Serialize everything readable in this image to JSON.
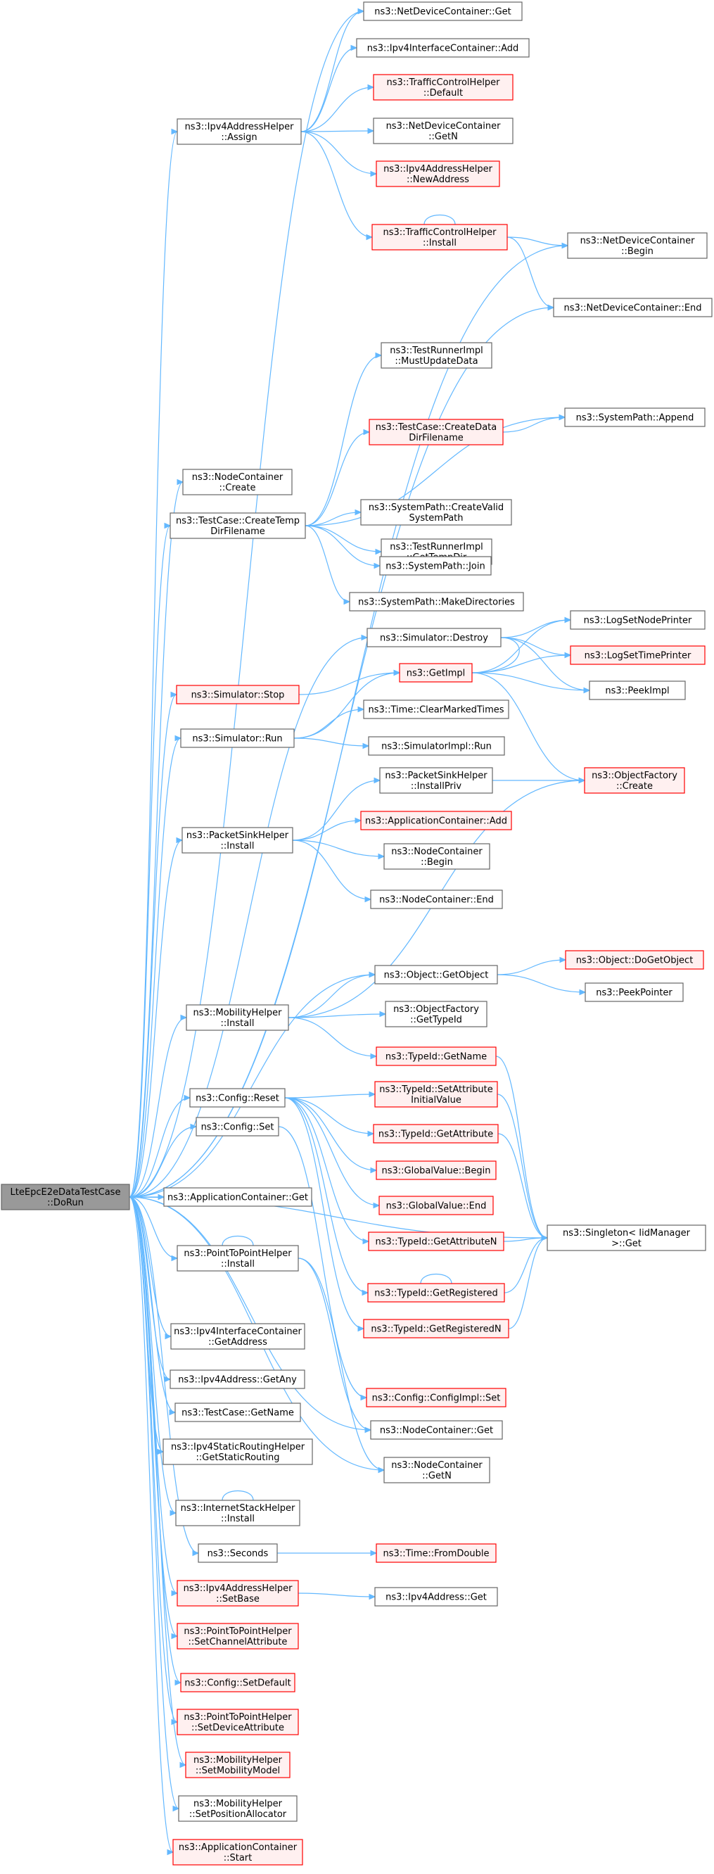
{
  "colors": {
    "edge": "#63b8ff",
    "normal_border": "#666666",
    "normal_fill": "#ffffff",
    "red_border": "#ff0000",
    "red_fill": "#fff0f0",
    "root_fill": "#999999",
    "root_border": "#666666"
  },
  "nodes": [
    {
      "id": "root",
      "lines": [
        "LteEpcE2eDataTestCase",
        "::DoRun"
      ],
      "style": "root"
    },
    {
      "id": "ipv4ah_assign",
      "lines": [
        "ns3::Ipv4AddressHelper",
        "::Assign"
      ],
      "style": "normal"
    },
    {
      "id": "ndc_get",
      "lines": [
        "ns3::NetDeviceContainer::Get"
      ],
      "style": "normal"
    },
    {
      "id": "ipv4ic_add",
      "lines": [
        "ns3::Ipv4InterfaceContainer::Add"
      ],
      "style": "normal"
    },
    {
      "id": "tch_default",
      "lines": [
        "ns3::TrafficControlHelper",
        "::Default"
      ],
      "style": "red"
    },
    {
      "id": "ndc_getn",
      "lines": [
        "ns3::NetDeviceContainer",
        "::GetN"
      ],
      "style": "normal"
    },
    {
      "id": "ipv4ah_newaddr",
      "lines": [
        "ns3::Ipv4AddressHelper",
        "::NewAddress"
      ],
      "style": "red"
    },
    {
      "id": "tch_install",
      "lines": [
        "ns3::TrafficControlHelper",
        "::Install"
      ],
      "style": "red"
    },
    {
      "id": "ndc_begin",
      "lines": [
        "ns3::NetDeviceContainer",
        "::Begin"
      ],
      "style": "normal"
    },
    {
      "id": "ndc_end",
      "lines": [
        "ns3::NetDeviceContainer::End"
      ],
      "style": "normal"
    },
    {
      "id": "nc_create",
      "lines": [
        "ns3::NodeContainer",
        "::Create"
      ],
      "style": "normal"
    },
    {
      "id": "tc_createtemp",
      "lines": [
        "ns3::TestCase::CreateTemp",
        "DirFilename"
      ],
      "style": "normal"
    },
    {
      "id": "tri_mustupdate",
      "lines": [
        "ns3::TestRunnerImpl",
        "::MustUpdateData"
      ],
      "style": "normal"
    },
    {
      "id": "tc_createdata",
      "lines": [
        "ns3::TestCase::CreateData",
        "DirFilename"
      ],
      "style": "red"
    },
    {
      "id": "sp_append",
      "lines": [
        "ns3::SystemPath::Append"
      ],
      "style": "normal"
    },
    {
      "id": "sp_createvalid",
      "lines": [
        "ns3::SystemPath::CreateValid",
        "SystemPath"
      ],
      "style": "normal"
    },
    {
      "id": "tri_gettempdir",
      "lines": [
        "ns3::TestRunnerImpl",
        "::GetTempDir"
      ],
      "style": "normal"
    },
    {
      "id": "sp_join",
      "lines": [
        "ns3::SystemPath::Join"
      ],
      "style": "normal"
    },
    {
      "id": "sp_makedirs",
      "lines": [
        "ns3::SystemPath::MakeDirectories"
      ],
      "style": "normal"
    },
    {
      "id": "sim_destroy",
      "lines": [
        "ns3::Simulator::Destroy"
      ],
      "style": "normal"
    },
    {
      "id": "log_setnode",
      "lines": [
        "ns3::LogSetNodePrinter"
      ],
      "style": "normal"
    },
    {
      "id": "log_settime",
      "lines": [
        "ns3::LogSetTimePrinter"
      ],
      "style": "red"
    },
    {
      "id": "sim_stop",
      "lines": [
        "ns3::Simulator::Stop"
      ],
      "style": "red"
    },
    {
      "id": "getimpl",
      "lines": [
        "ns3::GetImpl"
      ],
      "style": "red"
    },
    {
      "id": "peekimpl",
      "lines": [
        "ns3::PeekImpl"
      ],
      "style": "normal"
    },
    {
      "id": "sim_run",
      "lines": [
        "ns3::Simulator::Run"
      ],
      "style": "normal"
    },
    {
      "id": "time_clear",
      "lines": [
        "ns3::Time::ClearMarkedTimes"
      ],
      "style": "normal"
    },
    {
      "id": "simimpl_run",
      "lines": [
        "ns3::SimulatorImpl::Run"
      ],
      "style": "normal"
    },
    {
      "id": "psh_installpriv",
      "lines": [
        "ns3::PacketSinkHelper",
        "::InstallPriv"
      ],
      "style": "normal"
    },
    {
      "id": "of_create",
      "lines": [
        "ns3::ObjectFactory",
        "::Create"
      ],
      "style": "red"
    },
    {
      "id": "ac_add",
      "lines": [
        "ns3::ApplicationContainer::Add"
      ],
      "style": "red"
    },
    {
      "id": "psh_install",
      "lines": [
        "ns3::PacketSinkHelper",
        "::Install"
      ],
      "style": "normal"
    },
    {
      "id": "nc_begin",
      "lines": [
        "ns3::NodeContainer",
        "::Begin"
      ],
      "style": "normal"
    },
    {
      "id": "nc_end",
      "lines": [
        "ns3::NodeContainer::End"
      ],
      "style": "normal"
    },
    {
      "id": "obj_dogetobject",
      "lines": [
        "ns3::Object::DoGetObject"
      ],
      "style": "red"
    },
    {
      "id": "obj_getobject",
      "lines": [
        "ns3::Object::GetObject"
      ],
      "style": "normal"
    },
    {
      "id": "peekpointer",
      "lines": [
        "ns3::PeekPointer"
      ],
      "style": "normal"
    },
    {
      "id": "mh_install",
      "lines": [
        "ns3::MobilityHelper",
        "::Install"
      ],
      "style": "normal"
    },
    {
      "id": "of_gettypeid",
      "lines": [
        "ns3::ObjectFactory",
        "::GetTypeId"
      ],
      "style": "normal"
    },
    {
      "id": "tid_getname",
      "lines": [
        "ns3::TypeId::GetName"
      ],
      "style": "red"
    },
    {
      "id": "cfg_reset",
      "lines": [
        "ns3::Config::Reset"
      ],
      "style": "normal"
    },
    {
      "id": "tid_setattrinit",
      "lines": [
        "ns3::TypeId::SetAttribute",
        "InitialValue"
      ],
      "style": "red"
    },
    {
      "id": "cfg_set",
      "lines": [
        "ns3::Config::Set"
      ],
      "style": "normal"
    },
    {
      "id": "tid_getattr",
      "lines": [
        "ns3::TypeId::GetAttribute"
      ],
      "style": "red"
    },
    {
      "id": "gv_begin",
      "lines": [
        "ns3::GlobalValue::Begin"
      ],
      "style": "red"
    },
    {
      "id": "ac_get",
      "lines": [
        "ns3::ApplicationContainer::Get"
      ],
      "style": "normal"
    },
    {
      "id": "gv_end",
      "lines": [
        "ns3::GlobalValue::End"
      ],
      "style": "red"
    },
    {
      "id": "tid_getattrn",
      "lines": [
        "ns3::TypeId::GetAttributeN"
      ],
      "style": "red"
    },
    {
      "id": "singleton_get",
      "lines": [
        "ns3::Singleton< IidManager",
        " >::Get"
      ],
      "style": "normal"
    },
    {
      "id": "p2p_install",
      "lines": [
        "ns3::PointToPointHelper",
        "::Install"
      ],
      "style": "normal"
    },
    {
      "id": "tid_getregistered",
      "lines": [
        "ns3::TypeId::GetRegistered"
      ],
      "style": "red"
    },
    {
      "id": "tid_getregisteredn",
      "lines": [
        "ns3::TypeId::GetRegisteredN"
      ],
      "style": "red"
    },
    {
      "id": "ipv4ic_getaddr",
      "lines": [
        "ns3::Ipv4InterfaceContainer",
        "::GetAddress"
      ],
      "style": "normal"
    },
    {
      "id": "ipv4a_getany",
      "lines": [
        "ns3::Ipv4Address::GetAny"
      ],
      "style": "normal"
    },
    {
      "id": "cfgimpl_set",
      "lines": [
        "ns3::Config::ConfigImpl::Set"
      ],
      "style": "red"
    },
    {
      "id": "tc_getname",
      "lines": [
        "ns3::TestCase::GetName"
      ],
      "style": "normal"
    },
    {
      "id": "nc_get",
      "lines": [
        "ns3::NodeContainer::Get"
      ],
      "style": "normal"
    },
    {
      "id": "ipv4srh_getsr",
      "lines": [
        "ns3::Ipv4StaticRoutingHelper",
        "::GetStaticRouting"
      ],
      "style": "normal"
    },
    {
      "id": "nc_getn",
      "lines": [
        "ns3::NodeContainer",
        "::GetN"
      ],
      "style": "normal"
    },
    {
      "id": "ish_install",
      "lines": [
        "ns3::InternetStackHelper",
        "::Install"
      ],
      "style": "normal"
    },
    {
      "id": "seconds",
      "lines": [
        "ns3::Seconds"
      ],
      "style": "normal"
    },
    {
      "id": "time_fromdouble",
      "lines": [
        "ns3::Time::FromDouble"
      ],
      "style": "red"
    },
    {
      "id": "ipv4ah_setbase",
      "lines": [
        "ns3::Ipv4AddressHelper",
        "::SetBase"
      ],
      "style": "red"
    },
    {
      "id": "ipv4a_get",
      "lines": [
        "ns3::Ipv4Address::Get"
      ],
      "style": "normal"
    },
    {
      "id": "p2p_setchattr",
      "lines": [
        "ns3::PointToPointHelper",
        "::SetChannelAttribute"
      ],
      "style": "red"
    },
    {
      "id": "cfg_setdefault",
      "lines": [
        "ns3::Config::SetDefault"
      ],
      "style": "red"
    },
    {
      "id": "p2p_setdevattr",
      "lines": [
        "ns3::PointToPointHelper",
        "::SetDeviceAttribute"
      ],
      "style": "red"
    },
    {
      "id": "mh_setmobmodel",
      "lines": [
        "ns3::MobilityHelper",
        "::SetMobilityModel"
      ],
      "style": "red"
    },
    {
      "id": "mh_setposalloc",
      "lines": [
        "ns3::MobilityHelper",
        "::SetPositionAllocator"
      ],
      "style": "normal"
    },
    {
      "id": "ac_start",
      "lines": [
        "ns3::ApplicationContainer",
        "::Start"
      ],
      "style": "red"
    }
  ],
  "edges": [
    [
      "root",
      "ipv4ah_assign"
    ],
    [
      "root",
      "ndc_get"
    ],
    [
      "root",
      "ndc_begin"
    ],
    [
      "root",
      "ndc_end"
    ],
    [
      "root",
      "nc_create"
    ],
    [
      "root",
      "tc_createtemp"
    ],
    [
      "root",
      "sim_destroy"
    ],
    [
      "root",
      "sim_stop"
    ],
    [
      "root",
      "sim_run"
    ],
    [
      "root",
      "psh_install"
    ],
    [
      "root",
      "obj_getobject"
    ],
    [
      "root",
      "mh_install"
    ],
    [
      "root",
      "cfg_reset"
    ],
    [
      "root",
      "cfg_set"
    ],
    [
      "root",
      "ac_get"
    ],
    [
      "root",
      "singleton_get"
    ],
    [
      "root",
      "p2p_install"
    ],
    [
      "root",
      "ipv4ic_getaddr"
    ],
    [
      "root",
      "ipv4a_getany"
    ],
    [
      "root",
      "tc_getname"
    ],
    [
      "root",
      "ipv4srh_getsr"
    ],
    [
      "root",
      "nc_get"
    ],
    [
      "root",
      "nc_getn"
    ],
    [
      "root",
      "ish_install"
    ],
    [
      "root",
      "seconds"
    ],
    [
      "root",
      "ipv4ah_setbase"
    ],
    [
      "root",
      "p2p_setchattr"
    ],
    [
      "root",
      "cfg_setdefault"
    ],
    [
      "root",
      "p2p_setdevattr"
    ],
    [
      "root",
      "mh_setmobmodel"
    ],
    [
      "root",
      "mh_setposalloc"
    ],
    [
      "root",
      "ac_start"
    ],
    [
      "ipv4ah_assign",
      "ndc_get"
    ],
    [
      "ipv4ah_assign",
      "ipv4ic_add"
    ],
    [
      "ipv4ah_assign",
      "tch_default"
    ],
    [
      "ipv4ah_assign",
      "ndc_getn"
    ],
    [
      "ipv4ah_assign",
      "ipv4ah_newaddr"
    ],
    [
      "ipv4ah_assign",
      "tch_install"
    ],
    [
      "tch_install",
      "tch_install"
    ],
    [
      "tch_install",
      "ndc_begin"
    ],
    [
      "tch_install",
      "ndc_end"
    ],
    [
      "tc_createtemp",
      "tri_mustupdate"
    ],
    [
      "tc_createtemp",
      "sp_append"
    ],
    [
      "tc_createtemp",
      "tc_createdata"
    ],
    [
      "tc_createtemp",
      "sp_createvalid"
    ],
    [
      "tc_createtemp",
      "tri_gettempdir"
    ],
    [
      "tc_createtemp",
      "sp_join"
    ],
    [
      "tc_createtemp",
      "sp_makedirs"
    ],
    [
      "tc_createdata",
      "sp_append"
    ],
    [
      "sim_destroy",
      "getimpl"
    ],
    [
      "sim_destroy",
      "log_setnode"
    ],
    [
      "sim_destroy",
      "log_settime"
    ],
    [
      "sim_destroy",
      "peekimpl"
    ],
    [
      "sim_stop",
      "getimpl"
    ],
    [
      "sim_run",
      "getimpl"
    ],
    [
      "sim_run",
      "time_clear"
    ],
    [
      "sim_run",
      "simimpl_run"
    ],
    [
      "getimpl",
      "log_setnode"
    ],
    [
      "getimpl",
      "log_settime"
    ],
    [
      "getimpl",
      "peekimpl"
    ],
    [
      "getimpl",
      "of_create"
    ],
    [
      "psh_install",
      "psh_installpriv"
    ],
    [
      "psh_install",
      "ac_add"
    ],
    [
      "psh_install",
      "nc_begin"
    ],
    [
      "psh_install",
      "nc_end"
    ],
    [
      "psh_installpriv",
      "of_create"
    ],
    [
      "mh_install",
      "obj_getobject"
    ],
    [
      "mh_install",
      "of_create"
    ],
    [
      "mh_install",
      "of_gettypeid"
    ],
    [
      "mh_install",
      "tid_getname"
    ],
    [
      "obj_getobject",
      "obj_dogetobject"
    ],
    [
      "obj_getobject",
      "peekpointer"
    ],
    [
      "tid_getname",
      "singleton_get"
    ],
    [
      "cfg_reset",
      "tid_setattrinit"
    ],
    [
      "cfg_reset",
      "tid_getattr"
    ],
    [
      "cfg_reset",
      "gv_begin"
    ],
    [
      "cfg_reset",
      "gv_end"
    ],
    [
      "cfg_reset",
      "tid_getattrn"
    ],
    [
      "cfg_reset",
      "tid_getregistered"
    ],
    [
      "cfg_reset",
      "tid_getregisteredn"
    ],
    [
      "tid_setattrinit",
      "singleton_get"
    ],
    [
      "tid_getattr",
      "singleton_get"
    ],
    [
      "tid_getattrn",
      "singleton_get"
    ],
    [
      "tid_getregistered",
      "singleton_get"
    ],
    [
      "tid_getregistered",
      "tid_getregistered"
    ],
    [
      "tid_getregisteredn",
      "singleton_get"
    ],
    [
      "cfg_set",
      "cfgimpl_set"
    ],
    [
      "p2p_install",
      "p2p_install"
    ],
    [
      "p2p_install",
      "nc_get"
    ],
    [
      "p2p_install",
      "nc_getn"
    ],
    [
      "ish_install",
      "ish_install"
    ],
    [
      "seconds",
      "time_fromdouble"
    ],
    [
      "ipv4ah_setbase",
      "ipv4a_get"
    ]
  ]
}
